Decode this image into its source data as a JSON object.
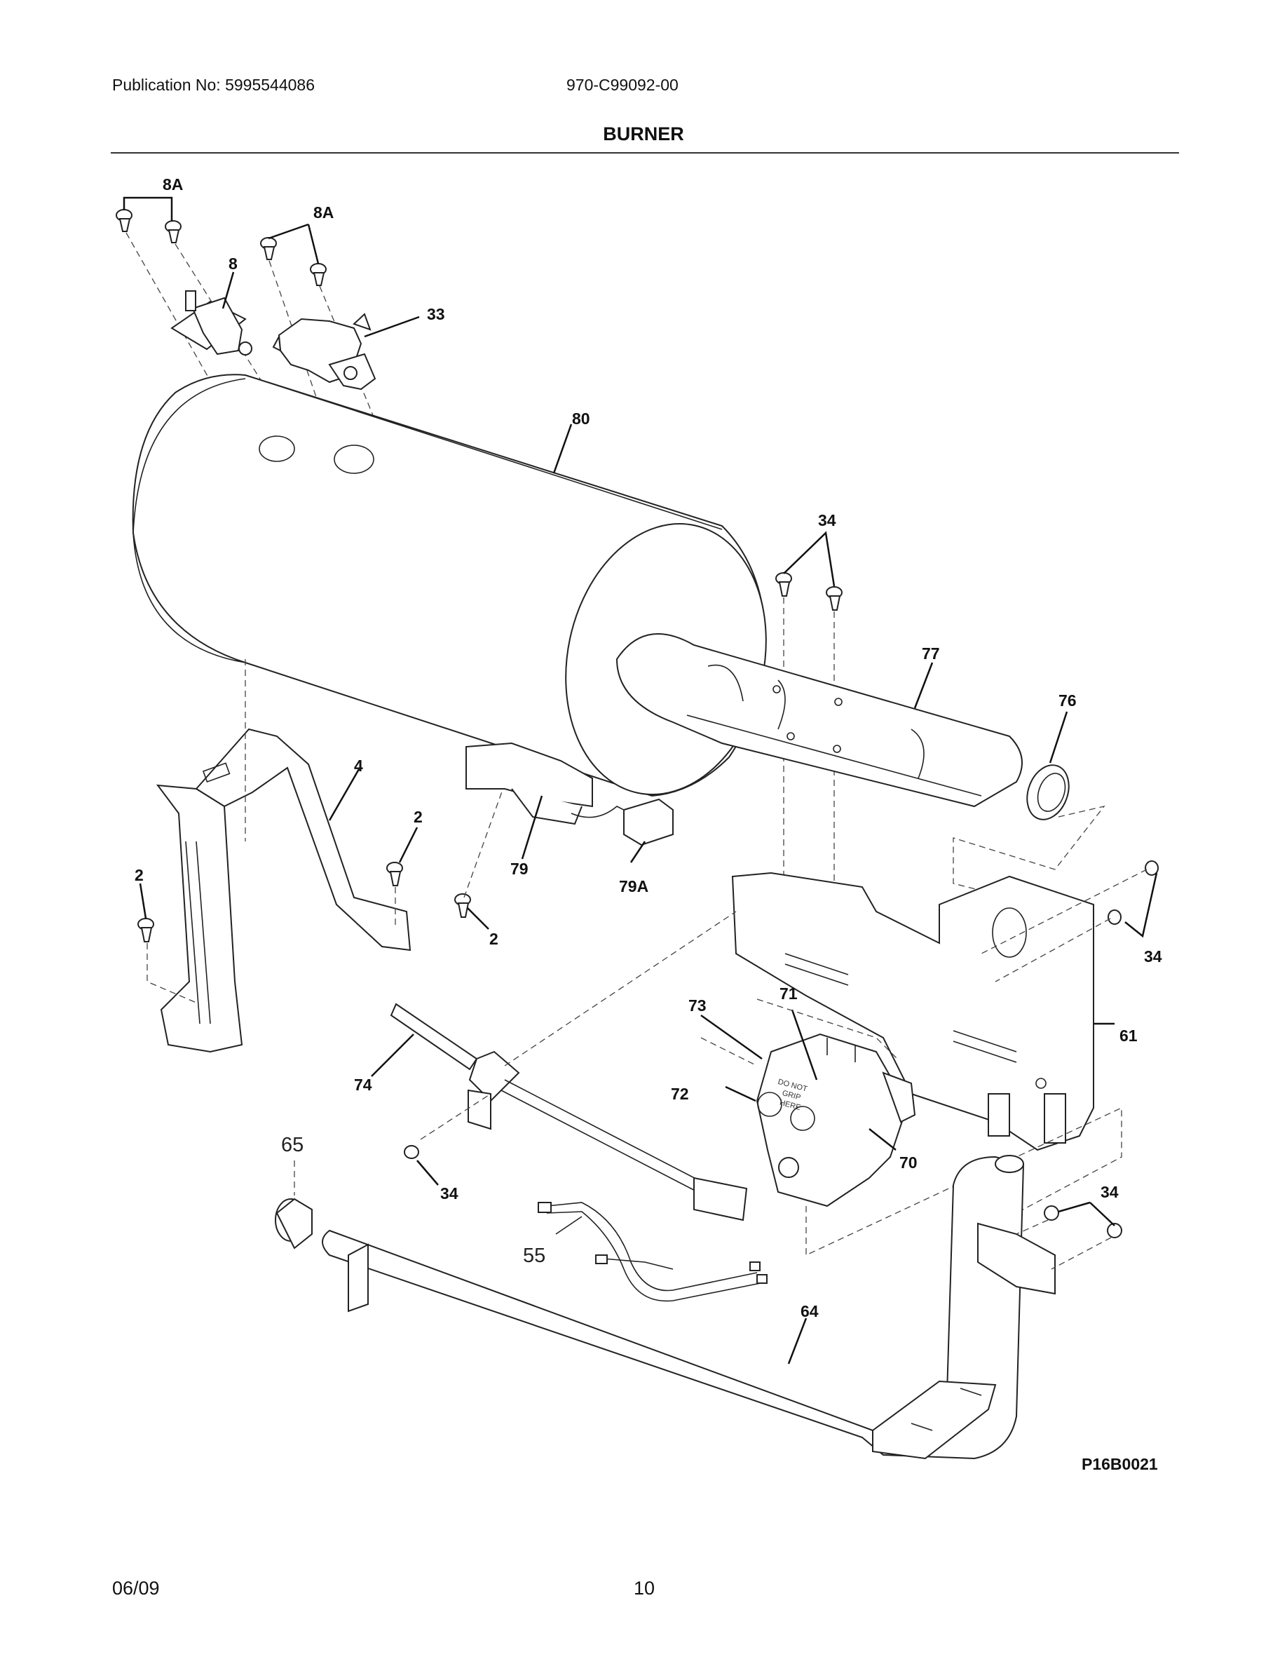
{
  "header": {
    "publication": "Publication No: 5995544086",
    "model": "970-C99092-00",
    "title": "BURNER"
  },
  "footer": {
    "date": "06/09",
    "page": "10"
  },
  "diagram": {
    "drawing_id": "P16B0021",
    "callouts": {
      "c8a_left": "8A",
      "c8a_right": "8A",
      "c8": "8",
      "c33": "33",
      "c80": "80",
      "c34_top": "34",
      "c77": "77",
      "c76": "76",
      "c4": "4",
      "c2_mid": "2",
      "c2_left": "2",
      "c79": "79",
      "c79a": "79A",
      "c2_low": "2",
      "c34_right": "34",
      "c73": "73",
      "c71": "71",
      "c61": "61",
      "c72": "72",
      "c74": "74",
      "c70": "70",
      "c65": "65",
      "c34_low": "34",
      "c34_br": "34",
      "c55": "55",
      "c64": "64"
    },
    "valve_text": [
      "DO NOT",
      "GRIP",
      "HERE"
    ]
  }
}
